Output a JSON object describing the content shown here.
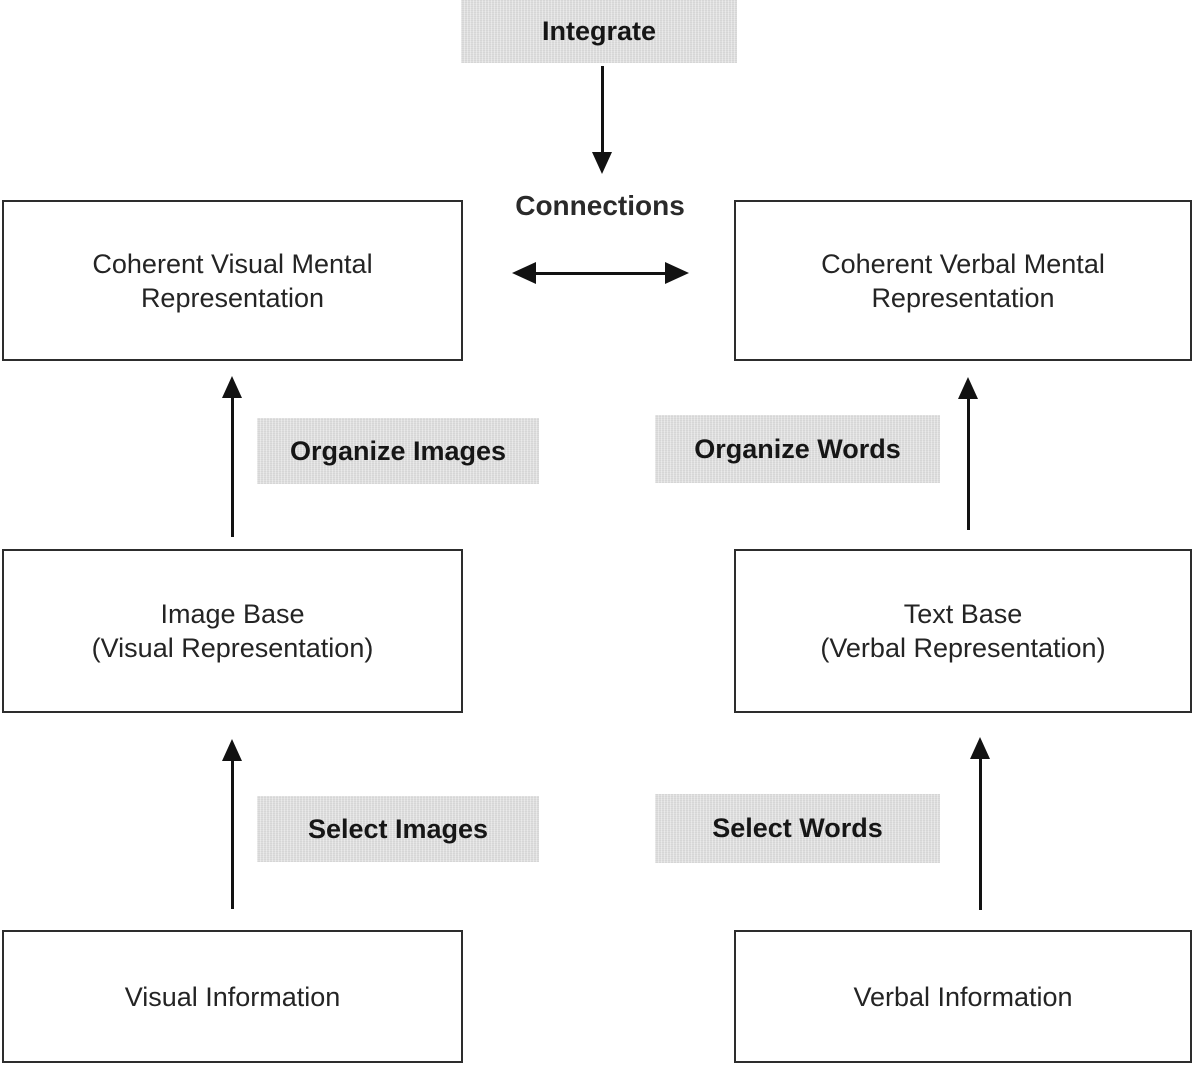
{
  "diagram": {
    "integrate_label": "Integrate",
    "connections_label": "Connections",
    "process_labels": {
      "organize_images": "Organize Images",
      "organize_words": "Organize Words",
      "select_images": "Select Images",
      "select_words": "Select Words"
    },
    "boxes": {
      "coherent_visual": {
        "line1": "Coherent Visual Mental",
        "line2": "Representation"
      },
      "coherent_verbal": {
        "line1": "Coherent Verbal Mental",
        "line2": "Representation"
      },
      "image_base": {
        "line1": "Image Base",
        "line2": "(Visual Representation)"
      },
      "text_base": {
        "line1": "Text Base",
        "line2": "(Verbal Representation)"
      },
      "visual_information": "Visual Information",
      "verbal_information": "Verbal Information"
    },
    "colors": {
      "background": "#ffffff",
      "box_fill": "#ffffff",
      "box_border": "#2d2d2d",
      "label_background": "#dedede",
      "text": "#242424",
      "arrow": "#121212"
    }
  }
}
